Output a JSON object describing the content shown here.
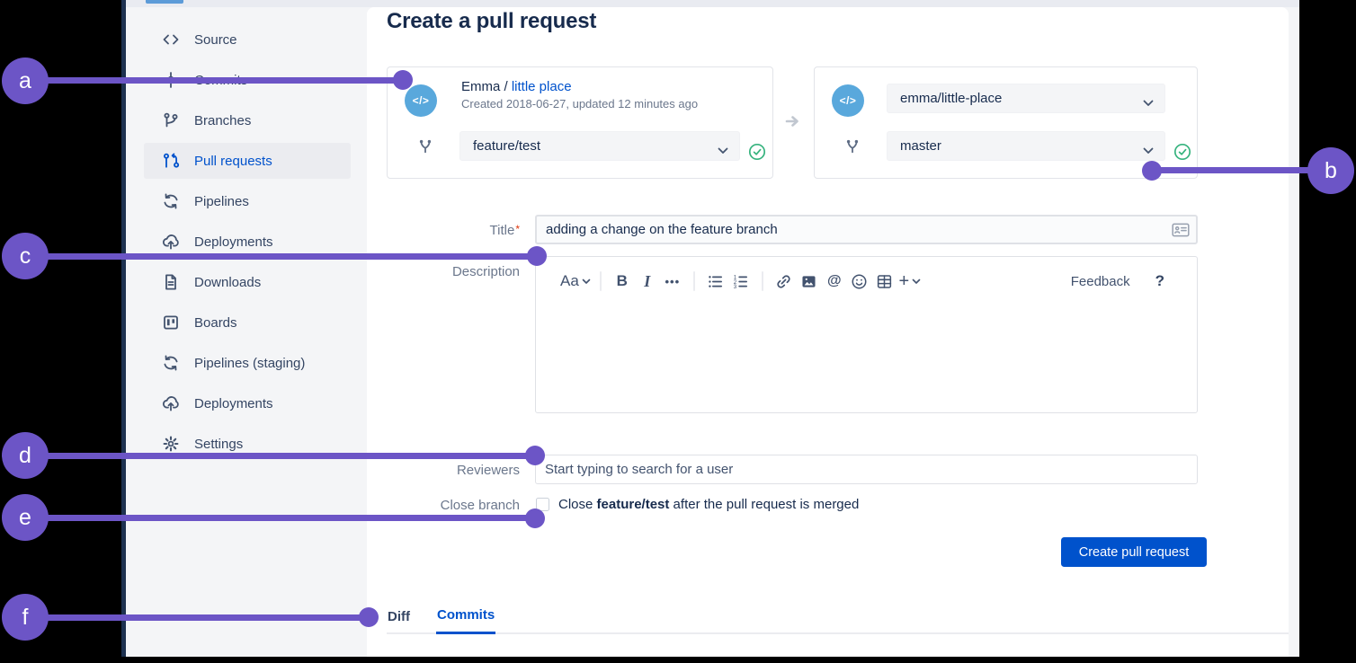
{
  "colors": {
    "purple": "#6C55C6",
    "blue": "#0052CC",
    "green": "#36B37E",
    "avatar-blue": "#59A8DC"
  },
  "header": {
    "title": "Create a pull request"
  },
  "sidebar": {
    "items": [
      {
        "label": "Source",
        "icon": "code-icon"
      },
      {
        "label": "Commits",
        "icon": "commits-icon"
      },
      {
        "label": "Branches",
        "icon": "branches-icon"
      },
      {
        "label": "Pull requests",
        "icon": "pull-requests-icon",
        "selected": true
      },
      {
        "label": "Pipelines",
        "icon": "pipelines-icon"
      },
      {
        "label": "Deployments",
        "icon": "deployments-icon"
      },
      {
        "label": "Downloads",
        "icon": "downloads-icon"
      },
      {
        "label": "Boards",
        "icon": "boards-icon"
      },
      {
        "label": "Pipelines (staging)",
        "icon": "pipelines-icon"
      },
      {
        "label": "Deployments",
        "icon": "deployments-icon"
      },
      {
        "label": "Settings",
        "icon": "settings-icon"
      }
    ]
  },
  "source_card": {
    "avatar_glyph": "</>",
    "repo_owner": "Emma / ",
    "repo_name": "little place",
    "meta": "Created 2018-06-27, updated 12 minutes ago",
    "branch": "feature/test"
  },
  "dest_card": {
    "avatar_glyph": "</>",
    "repo_select": "emma/little-place",
    "branch_select": "master"
  },
  "form": {
    "title_label": "Title",
    "required_mark": "*",
    "title_value": "adding a change on the feature branch",
    "description_label": "Description",
    "reviewers_label": "Reviewers",
    "reviewers_placeholder": "Start typing to search for a user",
    "close_branch_label": "Close branch",
    "close_pre": "Close ",
    "close_branch": "feature/test",
    "close_post": " after the pull request is merged",
    "submit_label": "Create pull request"
  },
  "editor": {
    "toolbar_groups": [
      [
        {
          "name": "text-style",
          "glyph": "Aa",
          "chevron": true
        }
      ],
      [
        {
          "name": "bold",
          "glyph": "B"
        },
        {
          "name": "italic",
          "glyph": "I"
        },
        {
          "name": "more",
          "glyph": "•••"
        }
      ],
      [
        {
          "name": "bullet-list"
        },
        {
          "name": "numbered-list"
        }
      ],
      [
        {
          "name": "link"
        },
        {
          "name": "image"
        },
        {
          "name": "mention",
          "glyph": "@"
        },
        {
          "name": "emoji"
        },
        {
          "name": "table"
        },
        {
          "name": "add",
          "glyph": "+",
          "chevron": true
        }
      ]
    ],
    "feedback_label": "Feedback",
    "help_glyph": "?"
  },
  "tabs": [
    {
      "label": "Diff",
      "active": false
    },
    {
      "label": "Commits",
      "active": true
    }
  ],
  "annotations": {
    "items": [
      {
        "letter": "a"
      },
      {
        "letter": "b"
      },
      {
        "letter": "c"
      },
      {
        "letter": "d"
      },
      {
        "letter": "e"
      },
      {
        "letter": "f"
      }
    ]
  }
}
